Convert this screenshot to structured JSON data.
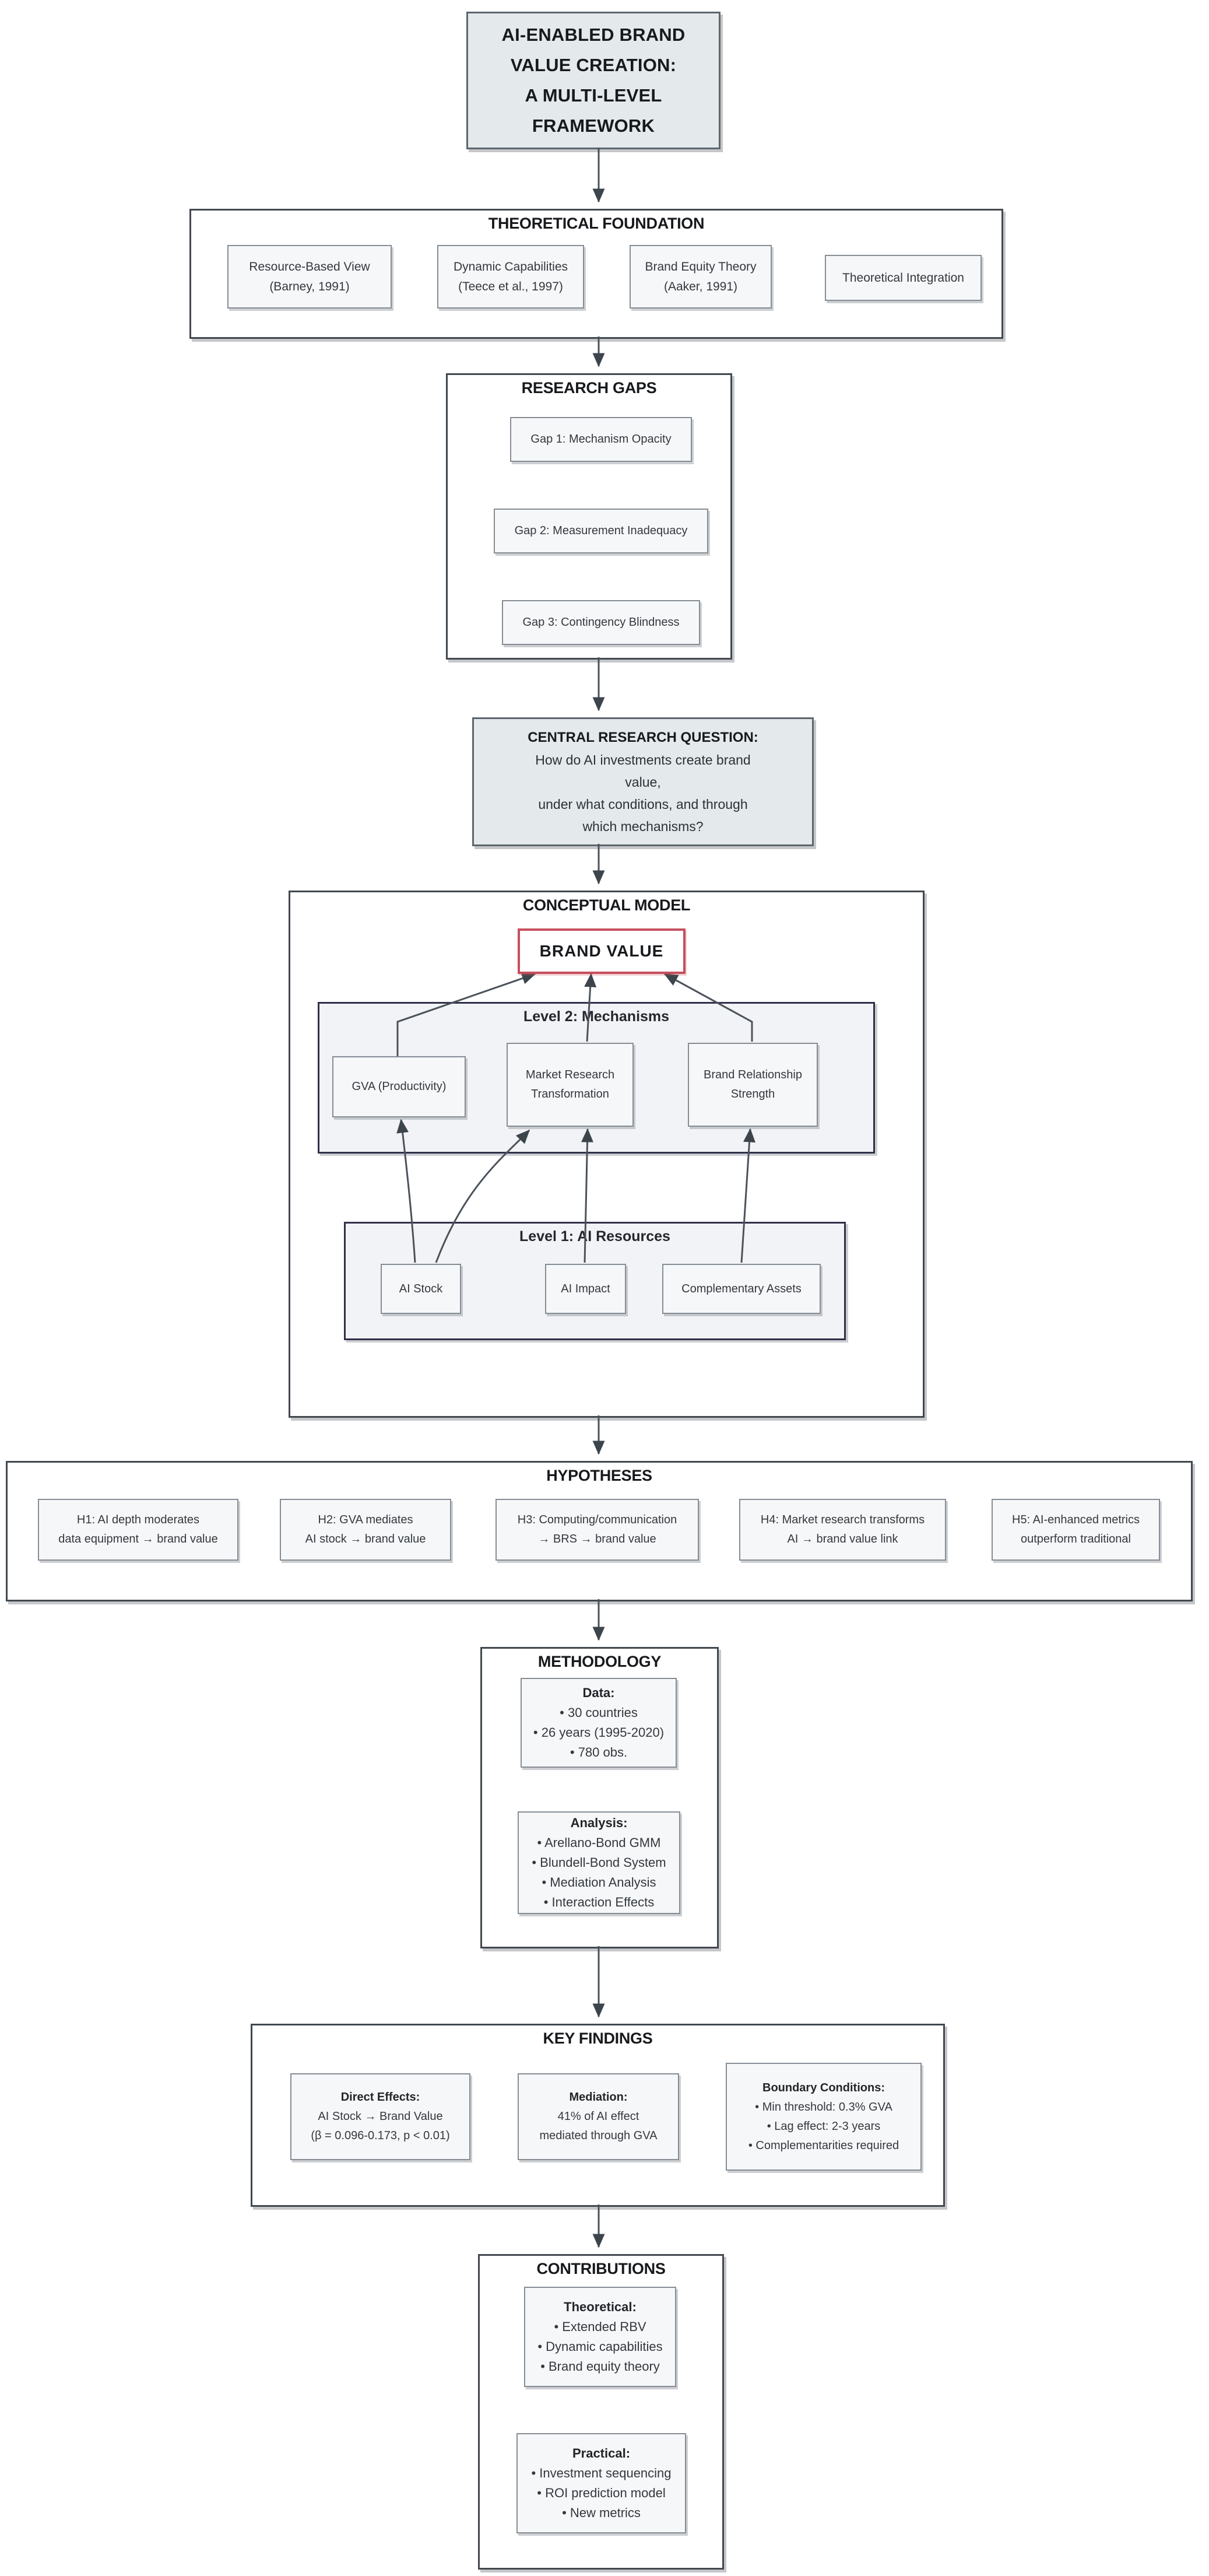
{
  "title": {
    "lines": [
      "AI-ENABLED BRAND",
      "VALUE CREATION:",
      "A MULTI-LEVEL",
      "FRAMEWORK"
    ]
  },
  "theoretical_foundation": {
    "label": "THEORETICAL FOUNDATION",
    "rbv": [
      "Resource-Based View",
      "(Barney, 1991)"
    ],
    "dynamic_capabilities": [
      "Dynamic Capabilities",
      "(Teece et al., 1997)"
    ],
    "brand_equity": [
      "Brand Equity Theory",
      "(Aaker, 1991)"
    ],
    "integration": "Theoretical Integration"
  },
  "research_gaps": {
    "label": "RESEARCH GAPS",
    "gap1": "Gap 1: Mechanism Opacity",
    "gap2": "Gap 2: Measurement Inadequacy",
    "gap3": "Gap 3: Contingency Blindness"
  },
  "central_question": {
    "heading": "CENTRAL RESEARCH QUESTION:",
    "lines": [
      "How do AI investments create brand",
      "value,",
      "under what conditions, and through",
      "which mechanisms?"
    ]
  },
  "conceptual_model": {
    "label": "CONCEPTUAL MODEL",
    "brand_value": "BRAND VALUE",
    "level2": {
      "label": "Level 2: Mechanisms",
      "gva": "GVA (Productivity)",
      "market_research": [
        "Market Research",
        "Transformation"
      ],
      "brand_relationship": [
        "Brand Relationship",
        "Strength"
      ]
    },
    "level1": {
      "label": "Level 1: AI Resources",
      "ai_stock": "AI Stock",
      "ai_impact": "AI Impact",
      "complementary_assets": "Complementary Assets"
    }
  },
  "hypotheses": {
    "label": "HYPOTHESES",
    "h1": [
      "H1: AI depth moderates",
      "data equipment → brand value"
    ],
    "h2": [
      "H2: GVA mediates",
      "AI stock → brand value"
    ],
    "h3": [
      "H3: Computing/communication",
      "→ BRS → brand value"
    ],
    "h4": [
      "H4: Market research transforms",
      "AI → brand value link"
    ],
    "h5": [
      "H5: AI-enhanced metrics",
      "outperform traditional"
    ]
  },
  "methodology": {
    "label": "METHODOLOGY",
    "data_box": {
      "heading": "Data:",
      "lines": [
        "• 30 countries",
        "• 26 years (1995-2020)",
        "• 780 obs."
      ]
    },
    "analysis_box": {
      "heading": "Analysis:",
      "lines": [
        "• Arellano-Bond GMM",
        "• Blundell-Bond System",
        "• Mediation Analysis",
        "• Interaction Effects"
      ]
    }
  },
  "key_findings": {
    "label": "KEY FINDINGS",
    "direct_effects": {
      "heading": "Direct Effects:",
      "lines": [
        "AI Stock → Brand Value",
        "(β = 0.096-0.173, p < 0.01)"
      ]
    },
    "mediation": {
      "heading": "Mediation:",
      "lines": [
        "41% of AI effect",
        "mediated through GVA"
      ]
    },
    "boundary_conditions": {
      "heading": "Boundary Conditions:",
      "lines": [
        "• Min threshold: 0.3% GVA",
        "• Lag effect: 2-3 years",
        "• Complementarities required"
      ]
    }
  },
  "contributions": {
    "label": "CONTRIBUTIONS",
    "theoretical": {
      "heading": "Theoretical:",
      "lines": [
        "• Extended RBV",
        "• Dynamic capabilities",
        "• Brand equity theory"
      ]
    },
    "practical": {
      "heading": "Practical:",
      "lines": [
        "• Investment sequencing",
        "• ROI prediction model",
        "• New metrics"
      ]
    }
  },
  "colors": {
    "brand_value_border": "#c64f5d",
    "arrow": "#4a525a",
    "node_fill": "#f6f7f9",
    "tinted_fill": "#e4e9ec",
    "cluster_fill": "#f2f3f6",
    "cluster_border": "#30304a",
    "container_border": "#41484e"
  }
}
